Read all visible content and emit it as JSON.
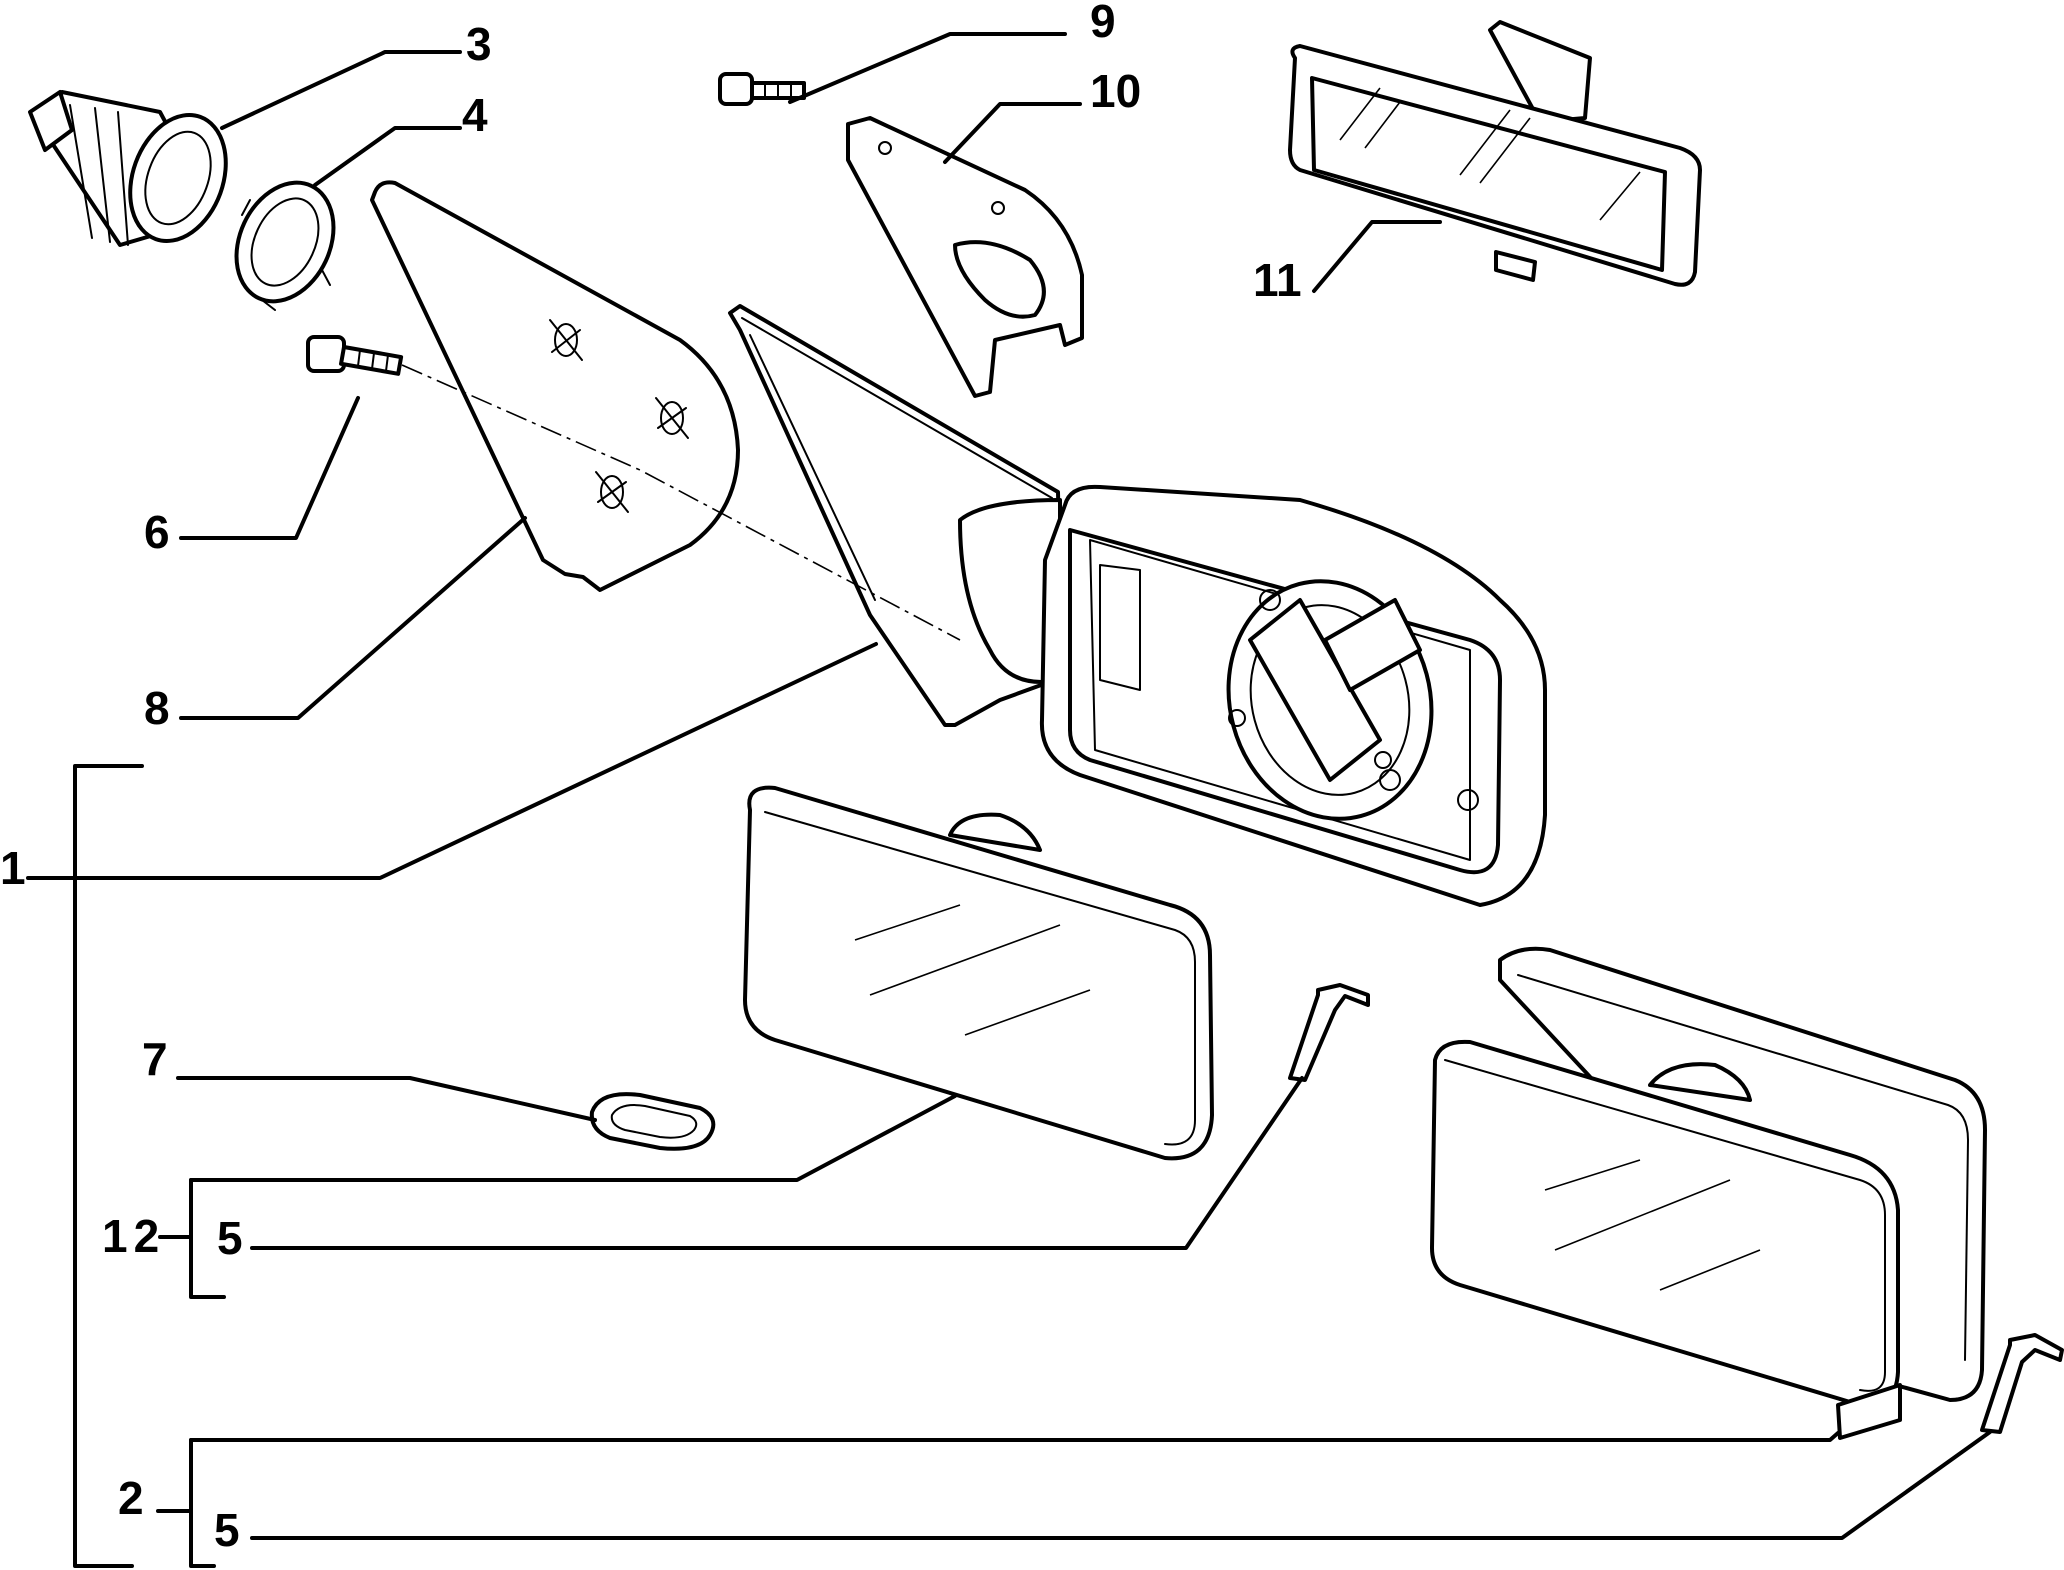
{
  "callouts": {
    "c1": "1",
    "c2": "2",
    "c3": "3",
    "c4": "4",
    "c5a": "5",
    "c5b": "5",
    "c6": "6",
    "c7": "7",
    "c8": "8",
    "c9": "9",
    "c10": "10",
    "c11": "11",
    "c12": "12"
  },
  "parts": [
    {
      "label": "3",
      "icon": "rubber-boot-icon"
    },
    {
      "label": "4",
      "icon": "lock-ring-icon"
    },
    {
      "label": "6",
      "icon": "screw-icon"
    },
    {
      "label": "7",
      "icon": "grommet-icon"
    },
    {
      "label": "8",
      "icon": "mounting-plate-icon"
    },
    {
      "label": "9",
      "icon": "screw-icon"
    },
    {
      "label": "10",
      "icon": "inner-cover-icon"
    },
    {
      "label": "11",
      "icon": "interior-mirror-icon"
    },
    {
      "label": "5",
      "icon": "spring-clip-icon"
    }
  ]
}
